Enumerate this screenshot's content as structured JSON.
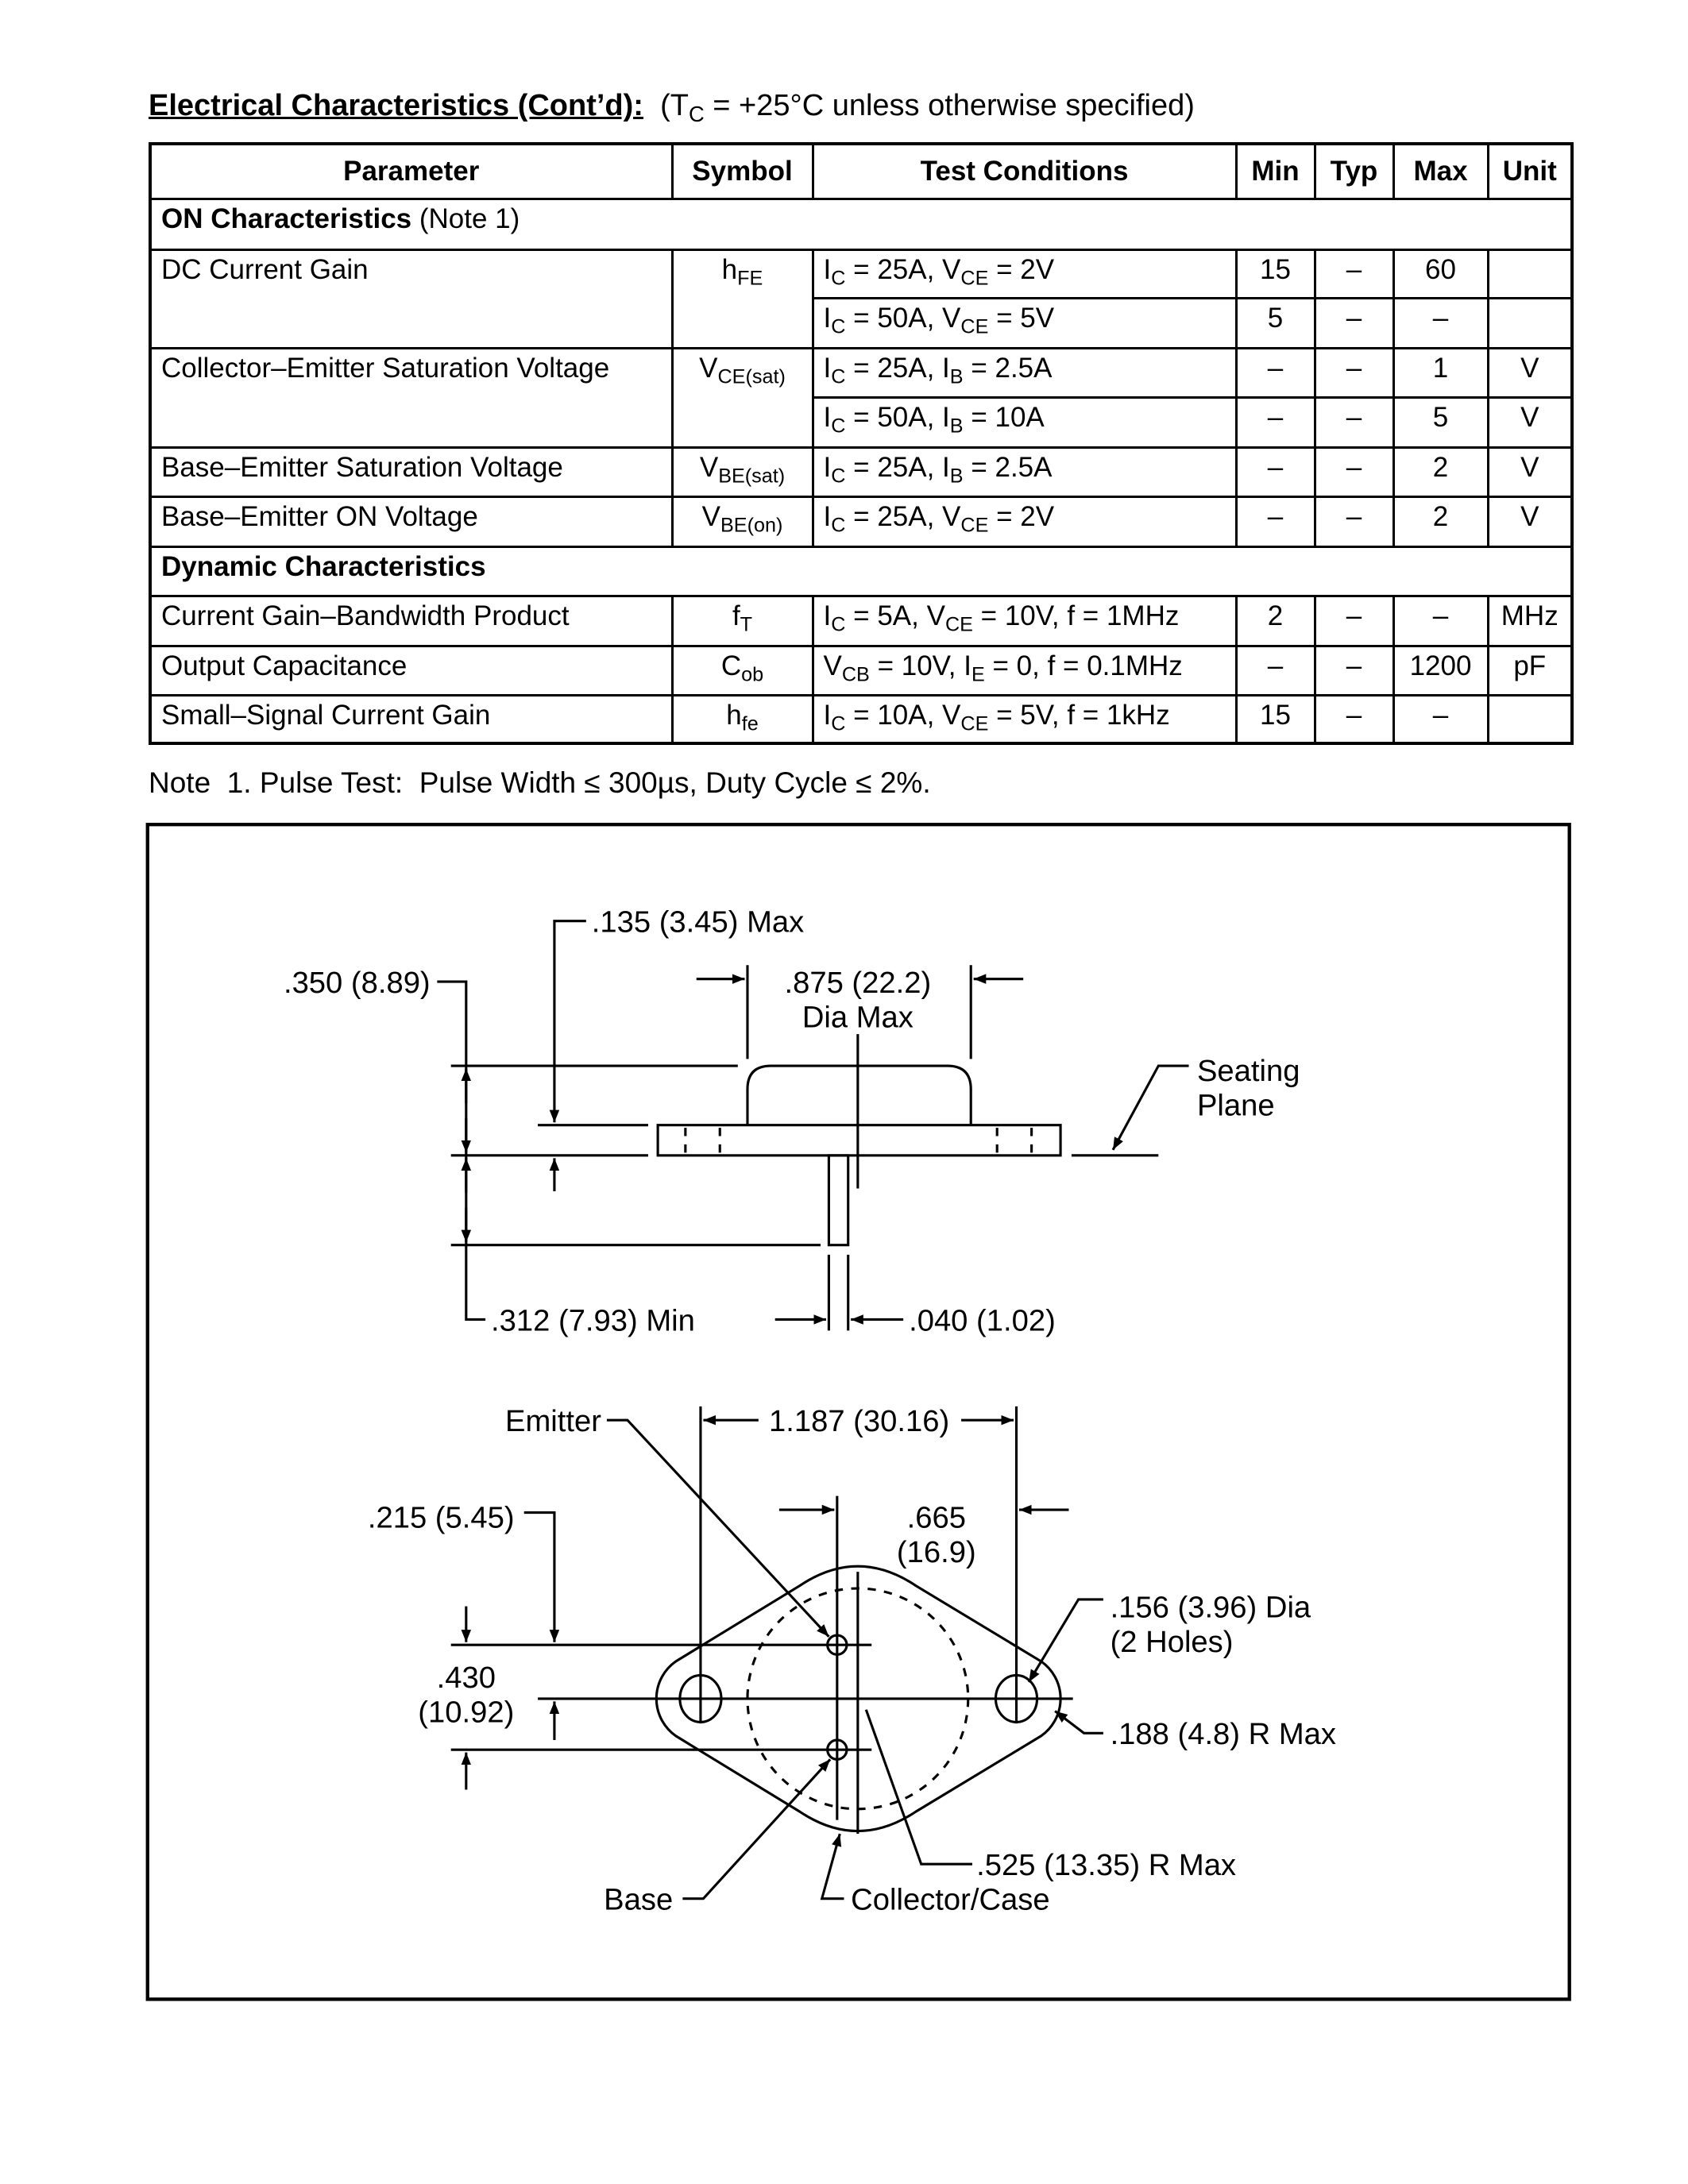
{
  "title": {
    "bold": "Electrical Characteristics (Cont’d):",
    "cond_prefix": "(T",
    "cond_sub": "C",
    "cond_suffix": " = +25°C unless otherwise specified)"
  },
  "table": {
    "headers": [
      "Parameter",
      "Symbol",
      "Test Conditions",
      "Min",
      "Typ",
      "Max",
      "Unit"
    ],
    "rows": [
      {
        "section": "ON Characteristics",
        "note": " (Note 1)"
      },
      {
        "param": "DC Current Gain",
        "span": 2,
        "symbol": [
          [
            "h",
            "FE"
          ]
        ],
        "cond": [
          [
            "I",
            "C"
          ],
          [
            " = 25A, V",
            "CE"
          ],
          [
            " = 2V",
            ""
          ]
        ],
        "min": "15",
        "typ": "–",
        "max": "60",
        "unit": ""
      },
      {
        "cond": [
          [
            "I",
            "C"
          ],
          [
            " = 50A, V",
            "CE"
          ],
          [
            " = 5V",
            ""
          ]
        ],
        "min": "5",
        "typ": "–",
        "max": "–",
        "unit": ""
      },
      {
        "param": "Collector–Emitter Saturation Voltage",
        "span": 2,
        "symbol": [
          [
            "V",
            "CE(sat)"
          ]
        ],
        "cond": [
          [
            "I",
            "C"
          ],
          [
            " = 25A, I",
            "B"
          ],
          [
            " = 2.5A",
            ""
          ]
        ],
        "min": "–",
        "typ": "–",
        "max": "1",
        "unit": "V"
      },
      {
        "cond": [
          [
            "I",
            "C"
          ],
          [
            " = 50A, I",
            "B"
          ],
          [
            " = 10A",
            ""
          ]
        ],
        "min": "–",
        "typ": "–",
        "max": "5",
        "unit": "V"
      },
      {
        "param": "Base–Emitter Saturation Voltage",
        "span": 1,
        "symbol": [
          [
            "V",
            "BE(sat)"
          ]
        ],
        "cond": [
          [
            "I",
            "C"
          ],
          [
            " = 25A, I",
            "B"
          ],
          [
            " = 2.5A",
            ""
          ]
        ],
        "min": "–",
        "typ": "–",
        "max": "2",
        "unit": "V"
      },
      {
        "param": "Base–Emitter ON Voltage",
        "span": 1,
        "symbol": [
          [
            "V",
            "BE(on)"
          ]
        ],
        "cond": [
          [
            "I",
            "C"
          ],
          [
            " = 25A, V",
            "CE"
          ],
          [
            " = 2V",
            ""
          ]
        ],
        "min": "–",
        "typ": "–",
        "max": "2",
        "unit": "V"
      },
      {
        "section": "Dynamic Characteristics",
        "note": ""
      },
      {
        "param": "Current Gain–Bandwidth Product",
        "span": 1,
        "symbol": [
          [
            "f",
            "T"
          ]
        ],
        "cond": [
          [
            "I",
            "C"
          ],
          [
            " = 5A, V",
            "CE"
          ],
          [
            " = 10V, f = 1MHz",
            ""
          ]
        ],
        "min": "2",
        "typ": "–",
        "max": "–",
        "unit": "MHz"
      },
      {
        "param": "Output Capacitance",
        "span": 1,
        "symbol": [
          [
            "C",
            "ob"
          ]
        ],
        "cond": [
          [
            "V",
            "CB"
          ],
          [
            " = 10V, I",
            "E"
          ],
          [
            " = 0, f = 0.1MHz",
            ""
          ]
        ],
        "min": "–",
        "typ": "–",
        "max": "1200",
        "unit": "pF"
      },
      {
        "param": "Small–Signal Current Gain",
        "span": 1,
        "symbol": [
          [
            "h",
            "fe"
          ]
        ],
        "cond": [
          [
            "I",
            "C"
          ],
          [
            " = 10A, V",
            "CE"
          ],
          [
            " = 5V, f = 1kHz",
            ""
          ]
        ],
        "min": "15",
        "typ": "–",
        "max": "–",
        "unit": ""
      }
    ]
  },
  "note": "Note  1. Pulse Test:  Pulse Width ≤ 300µs, Duty Cycle ≤ 2%.",
  "drawing": {
    "dim_135": ".135 (3.45) Max",
    "dim_350": ".350 (8.89)",
    "dim_875": ".875 (22.2)",
    "dim_875_b": "Dia Max",
    "seating_1": "Seating",
    "seating_2": "Plane",
    "dim_312": ".312 (7.93) Min",
    "dim_040": ".040 (1.02)",
    "emitter": "Emitter",
    "dim_1187": "1.187 (30.16)",
    "dim_215": ".215 (5.45)",
    "dim_665": ".665",
    "dim_665_b": "(16.9)",
    "dim_156": ".156 (3.96) Dia",
    "dim_156_b": "(2 Holes)",
    "dim_430": ".430",
    "dim_430_b": "(10.92)",
    "dim_188": ".188 (4.8) R Max",
    "dim_525": ".525 (13.35) R Max",
    "base": "Base",
    "collector": "Collector/Case"
  }
}
